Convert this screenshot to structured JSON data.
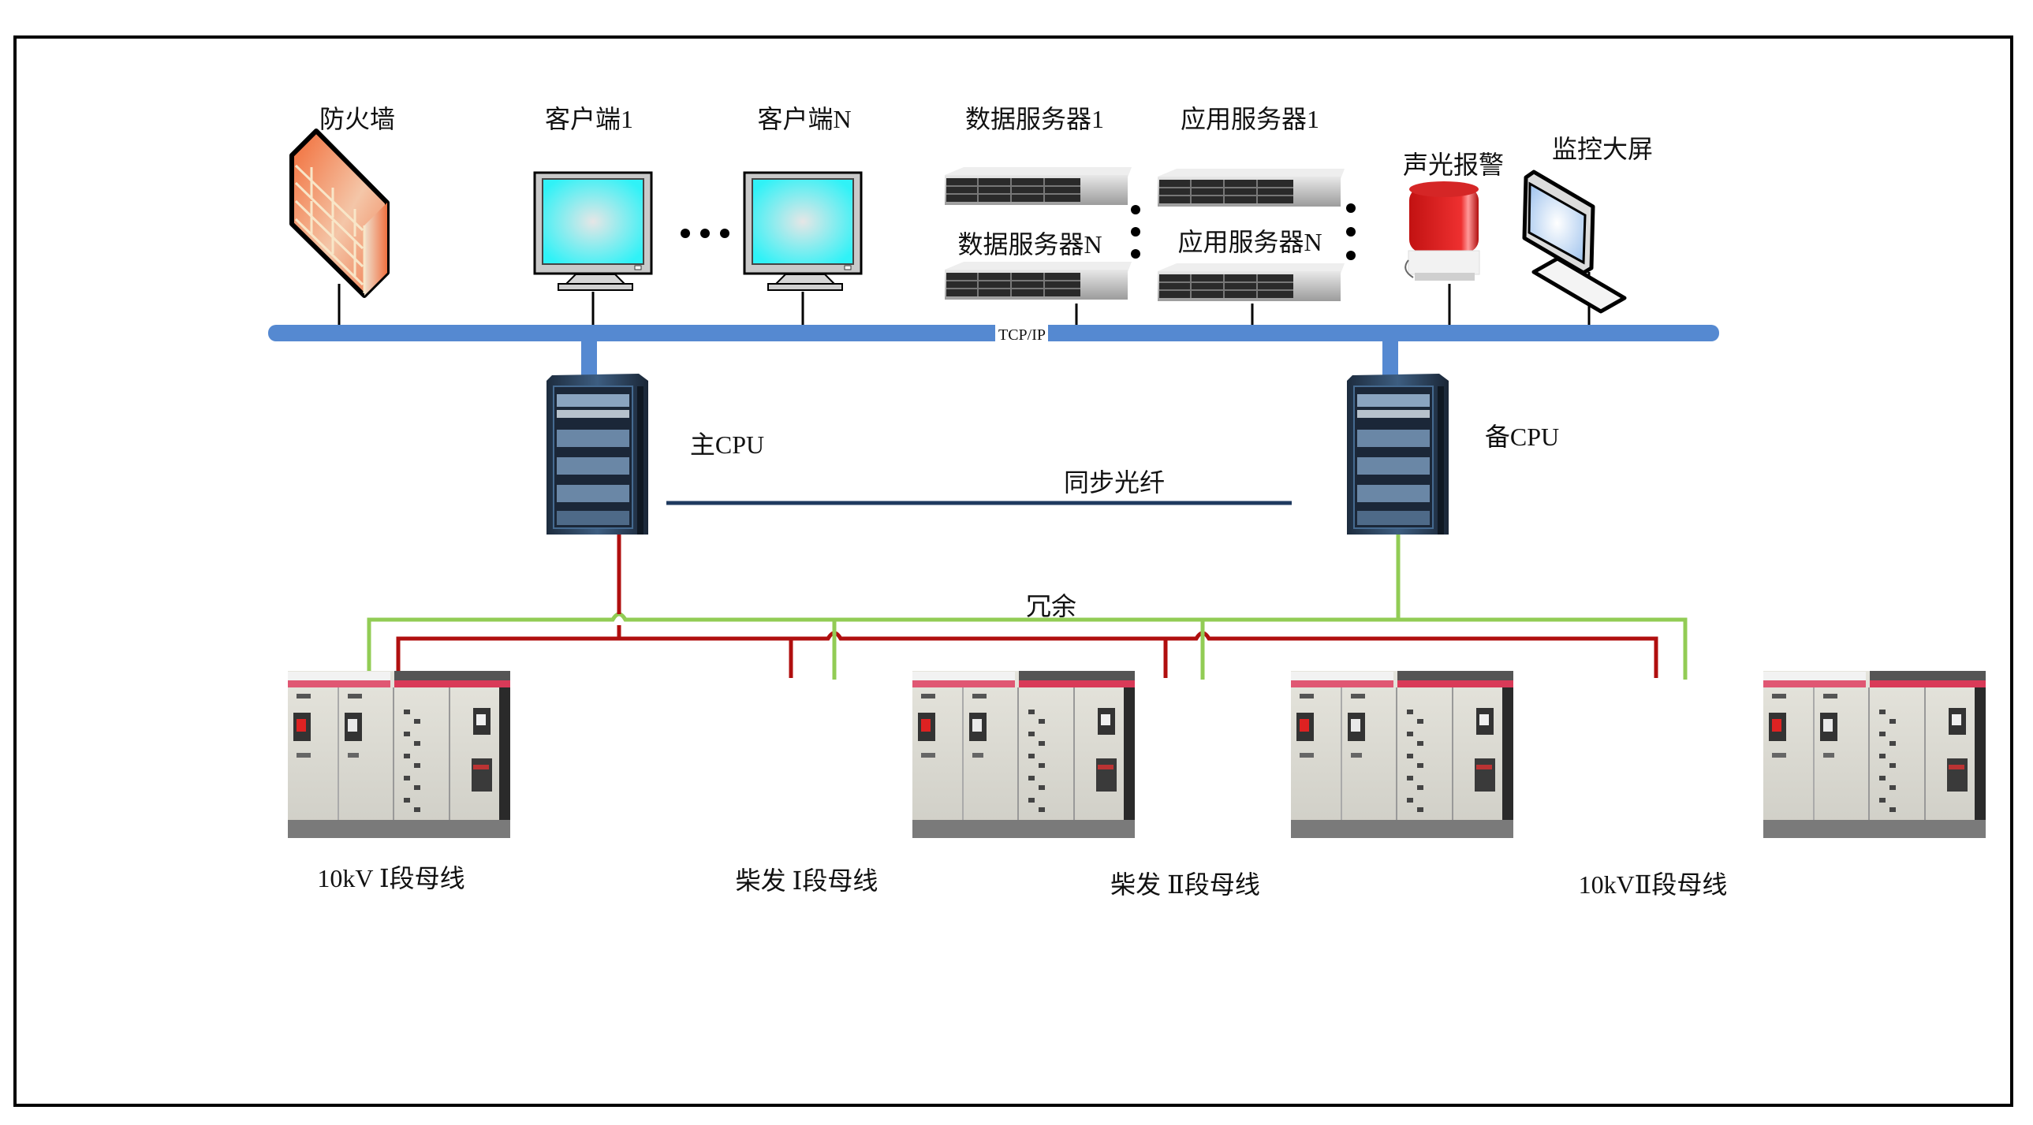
{
  "diagram": {
    "title": "",
    "top_devices": {
      "firewall": "防火墙",
      "client_1": "客户端1",
      "client_n": "客户端N",
      "data_server_1": "数据服务器1",
      "data_server_n": "数据服务器N",
      "app_server_1": "应用服务器1",
      "app_server_n": "应用服务器N",
      "alarm": "声光报警",
      "monitor_wall": "监控大屏"
    },
    "network_bus": {
      "label": "TCP/IP"
    },
    "controllers": {
      "main_cpu": "主CPU",
      "standby_cpu": "备CPU",
      "sync_link": "同步光纤"
    },
    "redundancy_label": "冗余",
    "switchgear": [
      {
        "label": "10kV Ⅰ段母线"
      },
      {
        "label": "柴发 Ⅰ段母线"
      },
      {
        "label": "柴发 Ⅱ段母线"
      },
      {
        "label": "10kVⅡ段母线"
      }
    ],
    "colors": {
      "bus": "#5589d1",
      "sync_fiber": "#1f3a5f",
      "main_link": "#b00f0f",
      "standby_link": "#92cc55",
      "firewall": "#f07a4a",
      "screen": "#3ff0f5"
    },
    "icons": {
      "firewall": "brick-wall-icon",
      "client": "monitor-icon",
      "server": "rack-server-icon",
      "alarm": "beacon-light-icon",
      "monitor_wall": "flat-screen-icon",
      "cpu": "server-cabinet-icon",
      "switchgear": "switchgear-cabinet-icon"
    }
  }
}
